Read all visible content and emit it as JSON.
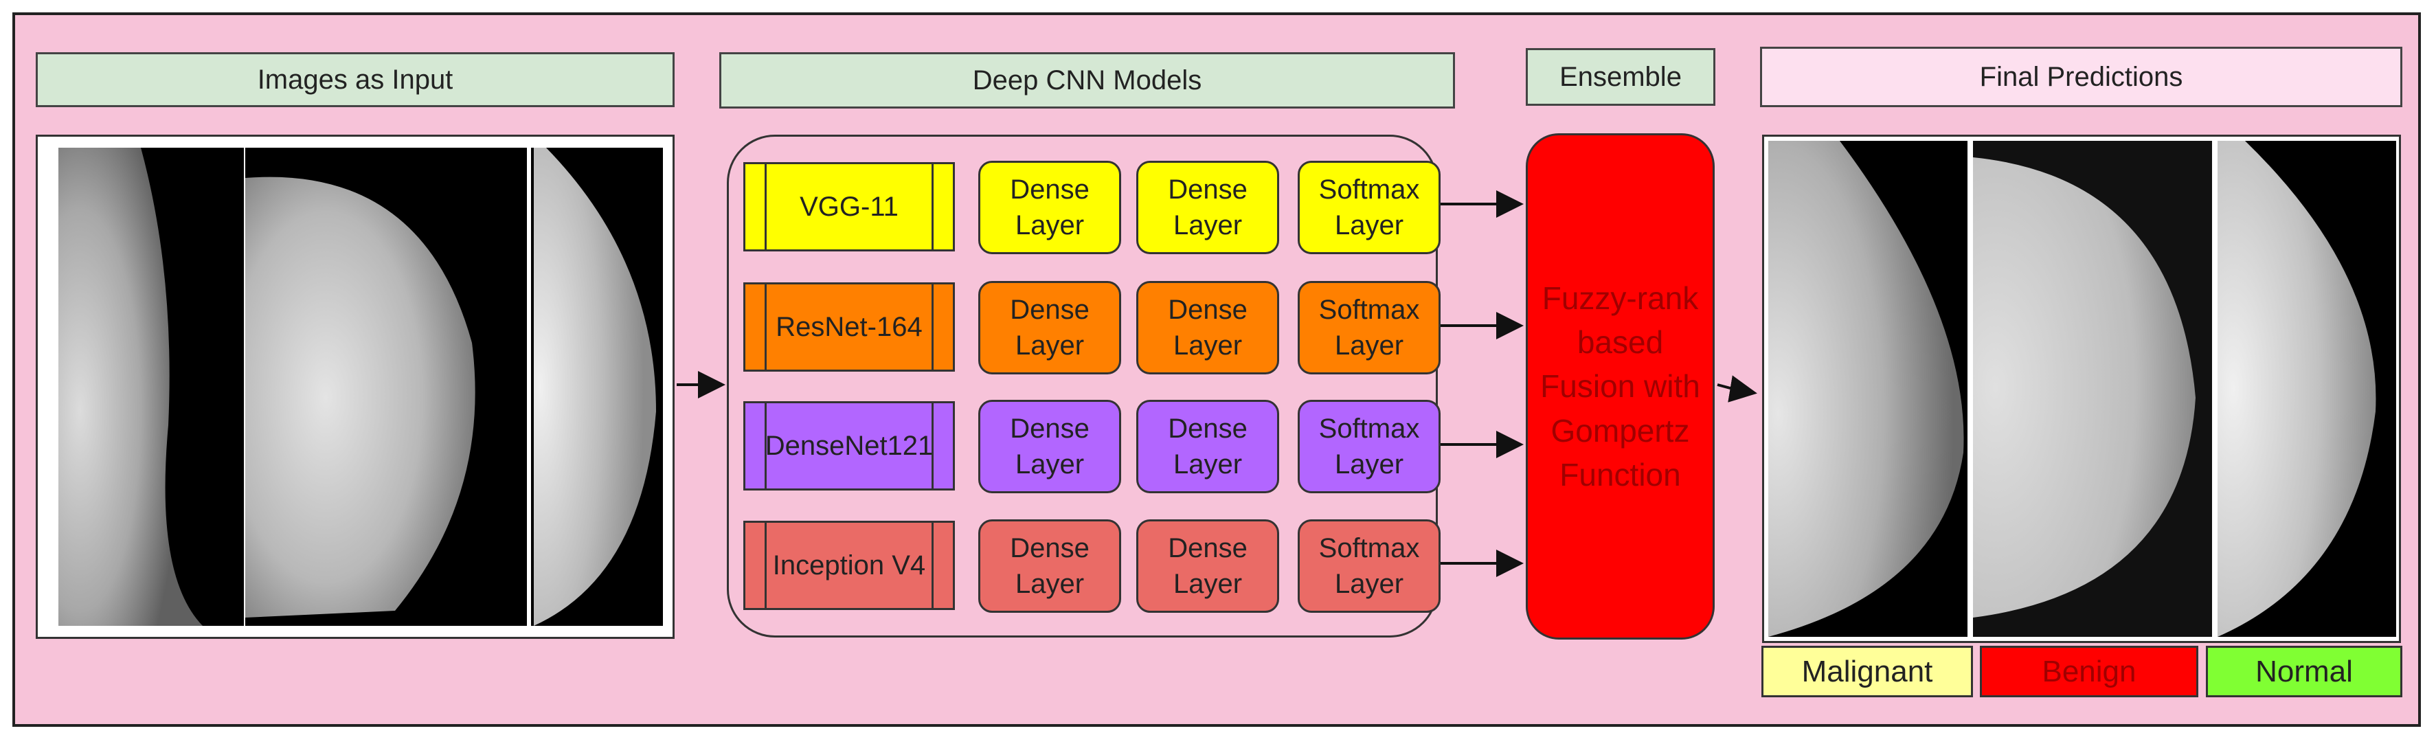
{
  "headers": {
    "input": "Images as Input",
    "models": "Deep CNN Models",
    "ensemble": "Ensemble",
    "predictions": "Final Predictions"
  },
  "models": [
    {
      "name": "VGG-11",
      "color": "#ffff00",
      "layers": [
        "Dense\nLayer",
        "Dense\nLayer",
        "Softmax\nLayer"
      ]
    },
    {
      "name": "ResNet-164",
      "color": "#ff8000",
      "layers": [
        "Dense\nLayer",
        "Dense\nLayer",
        "Softmax\nLayer"
      ]
    },
    {
      "name": "DenseNet121",
      "color": "#b266ff",
      "layers": [
        "Dense\nLayer",
        "Dense\nLayer",
        "Softmax\nLayer"
      ]
    },
    {
      "name": "Inception V4",
      "color": "#ea6b66",
      "layers": [
        "Dense\nLayer",
        "Dense\nLayer",
        "Softmax\nLayer"
      ]
    }
  ],
  "ensemble_text": "Fuzzy-rank\nbased\nFusion with\nGompertz\nFunction",
  "predictions": [
    {
      "label": "Malignant",
      "color": "#ffff99"
    },
    {
      "label": "Benign",
      "color": "#ff0000"
    },
    {
      "label": "Normal",
      "color": "#80ff33"
    }
  ]
}
